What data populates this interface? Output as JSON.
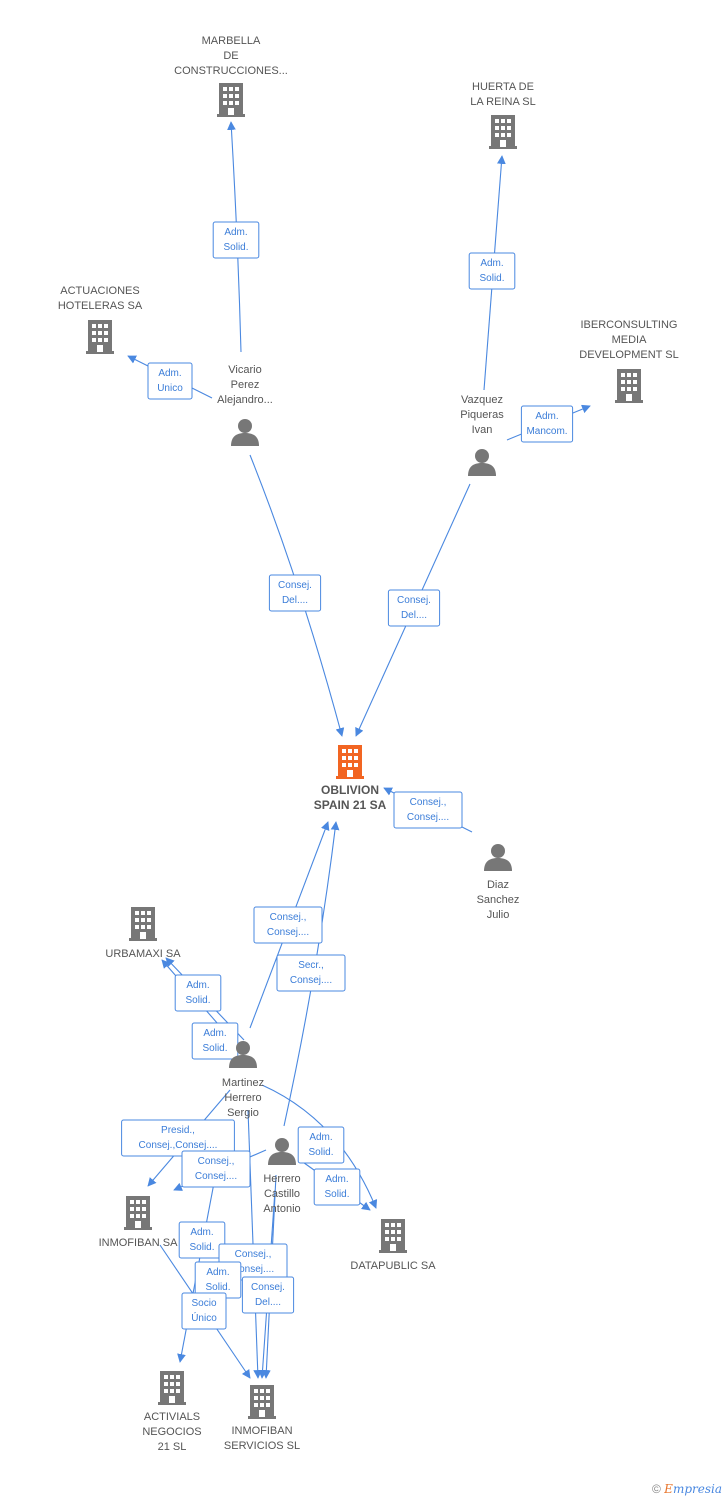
{
  "colors": {
    "company": "#777777",
    "main": "#f26522",
    "edge": "#4a88e0",
    "text": "#555555"
  },
  "nodes": [
    {
      "id": "oblivion",
      "type": "company",
      "main": true,
      "lines": [
        "OBLIVION",
        "SPAIN 21 SA"
      ]
    },
    {
      "id": "marbella",
      "type": "company",
      "lines": [
        "MARBELLA",
        "DE",
        "CONSTRUCCIONES..."
      ]
    },
    {
      "id": "huerta",
      "type": "company",
      "lines": [
        "HUERTA DE",
        "LA REINA SL"
      ]
    },
    {
      "id": "actuaciones",
      "type": "company",
      "lines": [
        "ACTUACIONES",
        "HOTELERAS SA"
      ]
    },
    {
      "id": "iberconsulting",
      "type": "company",
      "lines": [
        "IBERCONSULTING",
        "MEDIA",
        "DEVELOPMENT SL"
      ]
    },
    {
      "id": "vicario",
      "type": "person",
      "lines": [
        "Vicario",
        "Perez",
        "Alejandro..."
      ]
    },
    {
      "id": "vazquez",
      "type": "person",
      "lines": [
        "Vazquez",
        "Piqueras",
        "Ivan"
      ]
    },
    {
      "id": "diaz",
      "type": "person",
      "lines": [
        "Diaz",
        "Sanchez",
        "Julio"
      ]
    },
    {
      "id": "urbamaxi",
      "type": "company",
      "lines": [
        "URBAMAXI SA"
      ]
    },
    {
      "id": "martinez",
      "type": "person",
      "lines": [
        "Martinez",
        "Herrero",
        "Sergio"
      ]
    },
    {
      "id": "herrero",
      "type": "person",
      "lines": [
        "Herrero",
        "Castillo",
        "Antonio"
      ]
    },
    {
      "id": "inmofiban",
      "type": "company",
      "lines": [
        "INMOFIBAN SA"
      ]
    },
    {
      "id": "datapublic",
      "type": "company",
      "lines": [
        "DATAPUBLIC SA"
      ]
    },
    {
      "id": "activials",
      "type": "company",
      "lines": [
        "ACTIVIALS",
        "NEGOCIOS",
        "21 SL"
      ]
    },
    {
      "id": "inmofiban_serv",
      "type": "company",
      "lines": [
        "INMOFIBAN",
        "SERVICIOS SL"
      ]
    }
  ],
  "edges": [
    {
      "from": "vicario",
      "to": "marbella",
      "label": [
        "Adm.",
        "Solid."
      ]
    },
    {
      "from": "vazquez",
      "to": "huerta",
      "label": [
        "Adm.",
        "Solid."
      ]
    },
    {
      "from": "vicario",
      "to": "actuaciones",
      "label": [
        "Adm.",
        "Unico"
      ]
    },
    {
      "from": "vazquez",
      "to": "iberconsulting",
      "label": [
        "Adm.",
        "Mancom."
      ]
    },
    {
      "from": "vicario",
      "to": "oblivion",
      "label": [
        "Consej.",
        "Del...."
      ]
    },
    {
      "from": "vazquez",
      "to": "oblivion",
      "label": [
        "Consej.",
        "Del...."
      ]
    },
    {
      "from": "diaz",
      "to": "oblivion",
      "label": [
        "Consej.,",
        "Consej...."
      ]
    },
    {
      "from": "martinez",
      "to": "oblivion",
      "label": [
        "Consej.,",
        "Consej...."
      ]
    },
    {
      "from": "herrero",
      "to": "oblivion",
      "label": [
        "Secr.,",
        "Consej...."
      ]
    },
    {
      "from": "martinez",
      "to": "urbamaxi",
      "label": [
        "Adm.",
        "Solid."
      ]
    },
    {
      "from": "martinez",
      "to": "urbamaxi",
      "label": [
        "Adm.",
        "Solid."
      ]
    },
    {
      "from": "martinez",
      "to": "inmofiban",
      "label": [
        "Presid.,",
        "Consej.,Consej...."
      ]
    },
    {
      "from": "herrero",
      "to": "inmofiban",
      "label": [
        "Consej.,",
        "Consej...."
      ]
    },
    {
      "from": "martinez",
      "to": "datapublic",
      "label": [
        "Adm.",
        "Solid."
      ]
    },
    {
      "from": "herrero",
      "to": "datapublic",
      "label": [
        "Adm.",
        "Solid."
      ]
    },
    {
      "from": "martinez",
      "to": "activials",
      "label": [
        "Adm.",
        "Solid."
      ]
    },
    {
      "from": "herrero",
      "to": "inmofiban_serv",
      "label": [
        "Consej.,",
        "Consej...."
      ]
    },
    {
      "from": "martinez",
      "to": "inmofiban_serv",
      "label": [
        "Adm.",
        "Solid."
      ]
    },
    {
      "from": "inmofiban",
      "to": "inmofiban_serv",
      "label": [
        "Socio",
        "Único"
      ]
    },
    {
      "from": "herrero",
      "to": "inmofiban_serv",
      "label": [
        "Consej.",
        "Del...."
      ]
    }
  ],
  "footer": {
    "copyright": "©",
    "brand_first": "E",
    "brand_rest": "mpresia"
  }
}
